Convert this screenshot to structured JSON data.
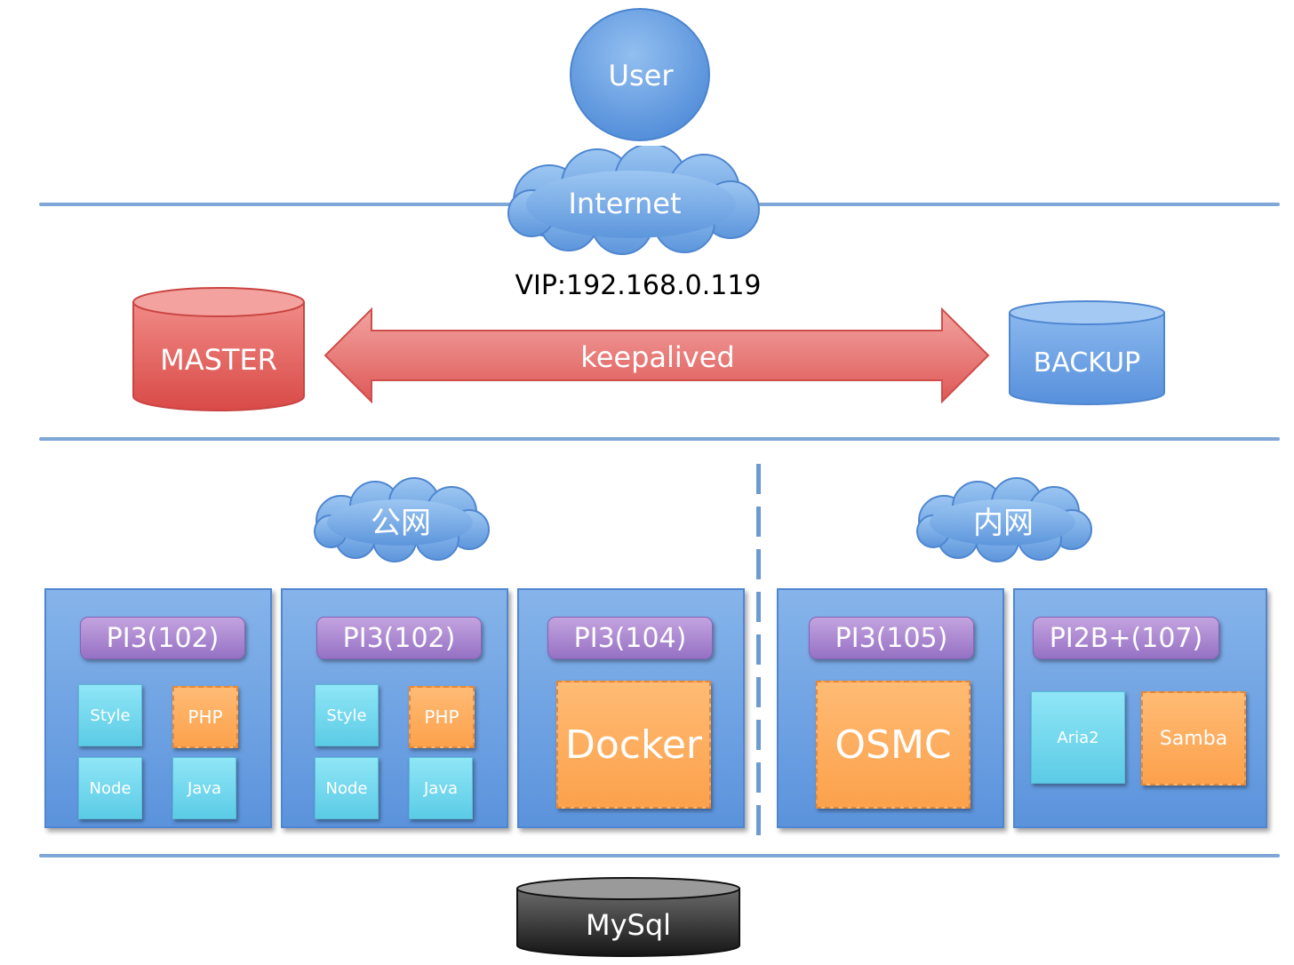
{
  "user": "User",
  "internet": "Internet",
  "vip": "VIP:192.168.0.119",
  "master": "MASTER",
  "backup": "BACKUP",
  "keepalived": "keepalived",
  "public_net": "公网",
  "private_net": "内网",
  "nodes": [
    {
      "label": "PI3(102)",
      "services": [
        "Style",
        "PHP",
        "Node",
        "Java"
      ]
    },
    {
      "label": "PI3(102)",
      "services": [
        "Style",
        "PHP",
        "Node",
        "Java"
      ]
    },
    {
      "label": "PI3(104)",
      "services": [
        "Docker"
      ]
    },
    {
      "label": "PI3(105)",
      "services": [
        "OSMC"
      ]
    },
    {
      "label": "PI2B+(107)",
      "services": [
        "Aria2",
        "Samba"
      ]
    }
  ],
  "database": "MySql",
  "colors": {
    "line": "#7ea6d6",
    "node_blue": "#5b93dc",
    "pill_purple": "#9571c4",
    "service_cyan": "#5ccbe6",
    "service_orange": "#fca14c",
    "master_red": "#e05c5c",
    "backup_blue": "#5f99de",
    "db_black": "#222222"
  }
}
